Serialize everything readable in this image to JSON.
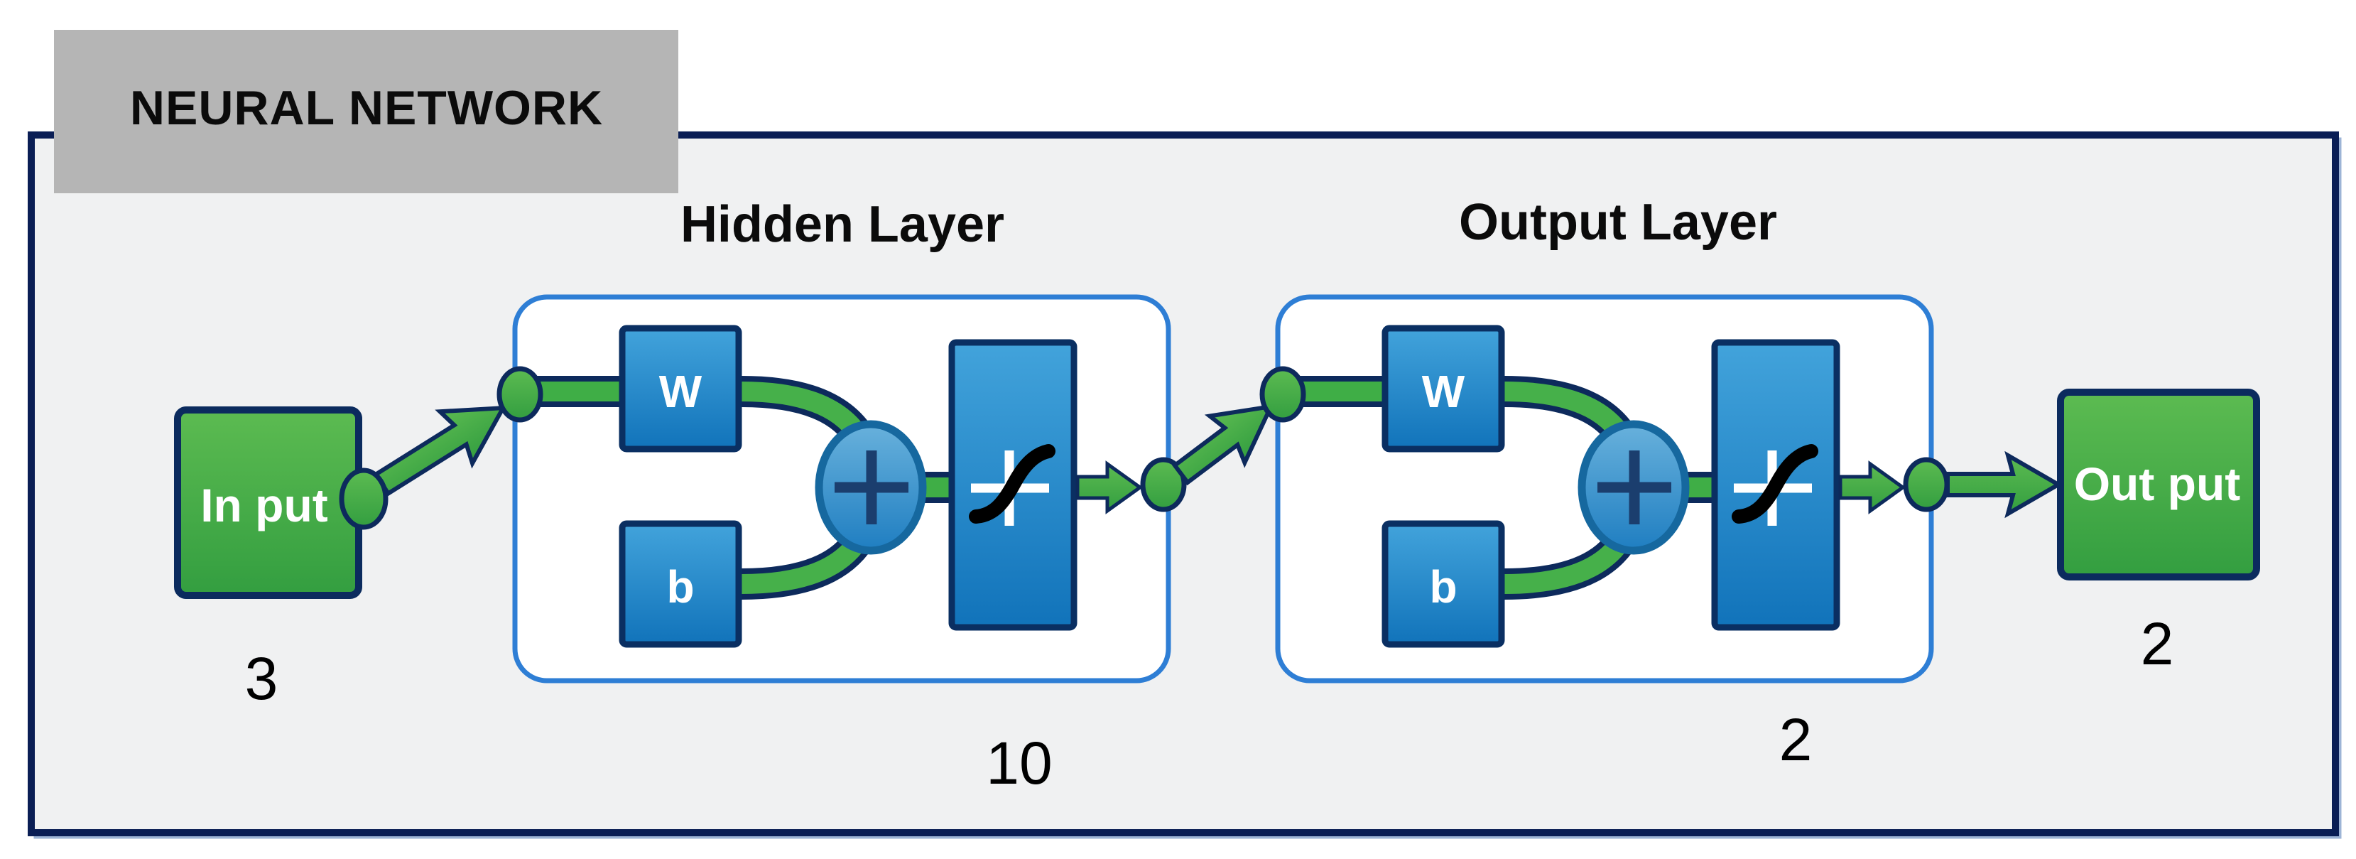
{
  "header": {
    "title": "NEURAL NETWORK"
  },
  "input": {
    "label": "In put",
    "size": "3"
  },
  "hidden_layer": {
    "title": "Hidden Layer",
    "weight_label": "W",
    "bias_label": "b",
    "size": "10"
  },
  "output_layer": {
    "title": "Output Layer",
    "weight_label": "W",
    "bias_label": "b",
    "size": "2"
  },
  "output": {
    "label": "Out put",
    "size": "2"
  },
  "colors": {
    "frame_border": "#0a1e55",
    "frame_fill": "#f0f1f2",
    "title_box_fill": "#b5b5b5",
    "layer_box_border": "#2e7ed5",
    "block_green": "#3fae46",
    "block_blue": "#2b90cf",
    "sum_border": "#16689f",
    "connector_outline": "#0d2a5c",
    "plus_sign": "#1b3e6e"
  }
}
